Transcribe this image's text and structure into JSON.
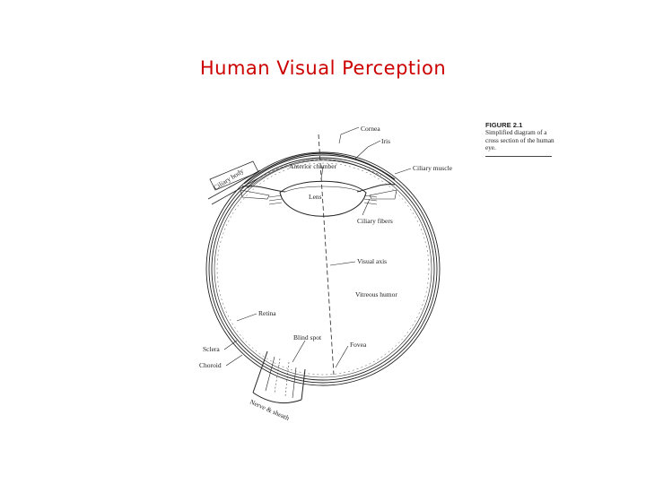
{
  "slide": {
    "title": "Human Visual Perception",
    "title_color": "#cc0000"
  },
  "figure": {
    "caption_heading": "FIGURE 2.1",
    "caption_text": "Simplified diagram of a cross section of the human eye.",
    "labels": {
      "cornea": "Cornea",
      "iris": "Iris",
      "ciliary_body": "Ciliary body",
      "anterior_chamber": "Anterior chamber",
      "ciliary_muscle": "Ciliary muscle",
      "lens": "Lens",
      "ciliary_fibers": "Ciliary fibers",
      "visual_axis": "Visual axis",
      "vitreous_humor": "Vitreous humor",
      "retina": "Retina",
      "blind_spot": "Blind spot",
      "fovea": "Fovea",
      "sclera": "Sclera",
      "choroid": "Choroid",
      "nerve_sheath": "Nerve & sheath"
    }
  }
}
